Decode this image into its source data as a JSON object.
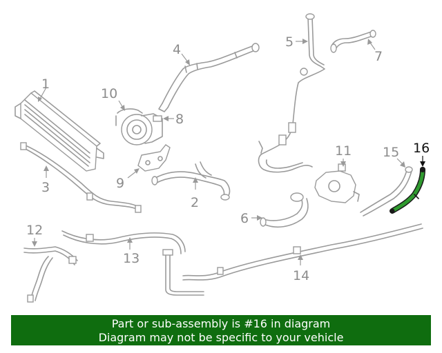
{
  "callouts": {
    "c1": "1",
    "c2": "2",
    "c3": "3",
    "c4": "4",
    "c5": "5",
    "c6": "6",
    "c7": "7",
    "c8": "8",
    "c9": "9",
    "c10": "10",
    "c11": "11",
    "c12": "12",
    "c13": "13",
    "c14": "14",
    "c15": "15",
    "c16": "16"
  },
  "highlighted_part": "16",
  "banner": {
    "line1": "Part or sub-assembly is #16 in diagram",
    "line2": "Diagram may not be specific to your vehicle"
  },
  "colors": {
    "highlight": "#2f9a2f",
    "banner": "#0f6d0f",
    "line": "#9a9a9a"
  }
}
